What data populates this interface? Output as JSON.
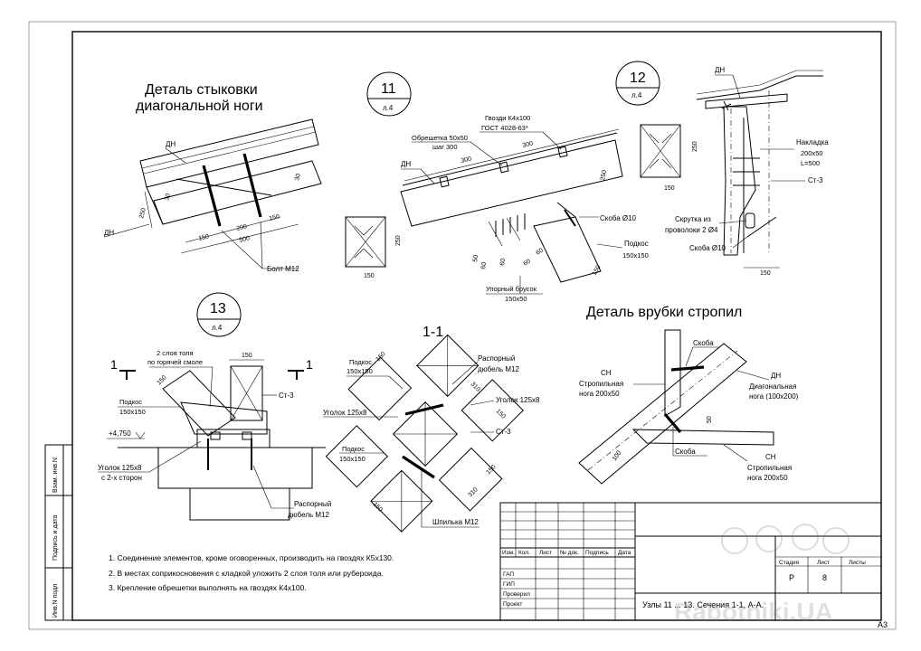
{
  "sheet": {
    "format": "A3",
    "watermark": "Rabotniki.UA"
  },
  "side_stamp": {
    "inv_n_podl": "Инв.N подл",
    "podpis_data": "Подпись и дата",
    "vzam_inv": "Взам. инв.N"
  },
  "details": {
    "diag_joint_title_1": "Деталь стыковки",
    "diag_joint_title_2": "диагональной ноги",
    "rafter_notch_title": "Деталь врубки стропил",
    "section_1_1": "1-1",
    "node_11": {
      "num": "11",
      "sheet": "л.4"
    },
    "node_12": {
      "num": "12",
      "sheet": "л.4"
    },
    "node_13": {
      "num": "13",
      "sheet": "л.4"
    }
  },
  "labels": {
    "dn": "ДН",
    "sn": "СН",
    "st3": "Ст-3",
    "bolt_m12": "Болт М12",
    "obreshetka": "Обрешетка 50х50",
    "shag_300": "шаг 300",
    "gvozdi_1": "Гвозди К4х100",
    "gvozdi_2": "ГОСТ 4028-63*",
    "skoba_d10": "Скоба Ø10",
    "podkos": "Подкос",
    "s150x150": "150х150",
    "upor_brusok": "Упорный брусок",
    "s150x50": "150х50",
    "nakladka": "Накладка",
    "s200x50": "200х50",
    "l500": "L=500",
    "skrutka_1": "Скрутка из",
    "skrutka_2": "проволоки 2 Ø4",
    "tol_1": "2 слоя толя",
    "tol_2": "по горячей смоле",
    "elev": "+4,750",
    "ugolok_2x_1": "Уголок 125х8",
    "ugolok_2x_2": "с 2-х сторон",
    "raspor_1": "Распорный",
    "raspor_2": "дюбель М12",
    "ugolok": "Уголок 125х8",
    "shpilka": "Шпилька М12",
    "skoba": "Скоба",
    "sn_strop_1": "Стропильная",
    "sn_strop_2": "нога 200х50",
    "dn_diag_1": "Диагональная",
    "dn_diag_2": "нога (100х200)",
    "sec_mark": "1"
  },
  "dims": {
    "d250": "250",
    "d30": "30",
    "d150": "150",
    "d200": "200",
    "d500": "500",
    "d300": "300",
    "d50": "50",
    "d60": "60",
    "d310": "310",
    "d100": "100"
  },
  "notes": [
    "1. Соединение элементов, кроме оговоренных, производить на гвоздях К5х130.",
    "2. В местах соприкосновения с кладкой уложить 2 слоя толя или рубероида.",
    "3. Крепление обрешетки выполнять на гвоздях К4х100."
  ],
  "title_block": {
    "cols": [
      "Изм.",
      "Кол.",
      "Лист",
      "№ док.",
      "Подпись",
      "Дата"
    ],
    "roles": [
      "ГАП",
      "ГИП",
      "Проверил",
      "Проект"
    ],
    "stage_label": "Стадия",
    "sheet_label": "Лист",
    "sheets_label": "Листы",
    "stage": "Р",
    "sheet_no": "8",
    "drawing_title": "Узлы 11 ... 13. Сечения 1-1, А-А."
  }
}
